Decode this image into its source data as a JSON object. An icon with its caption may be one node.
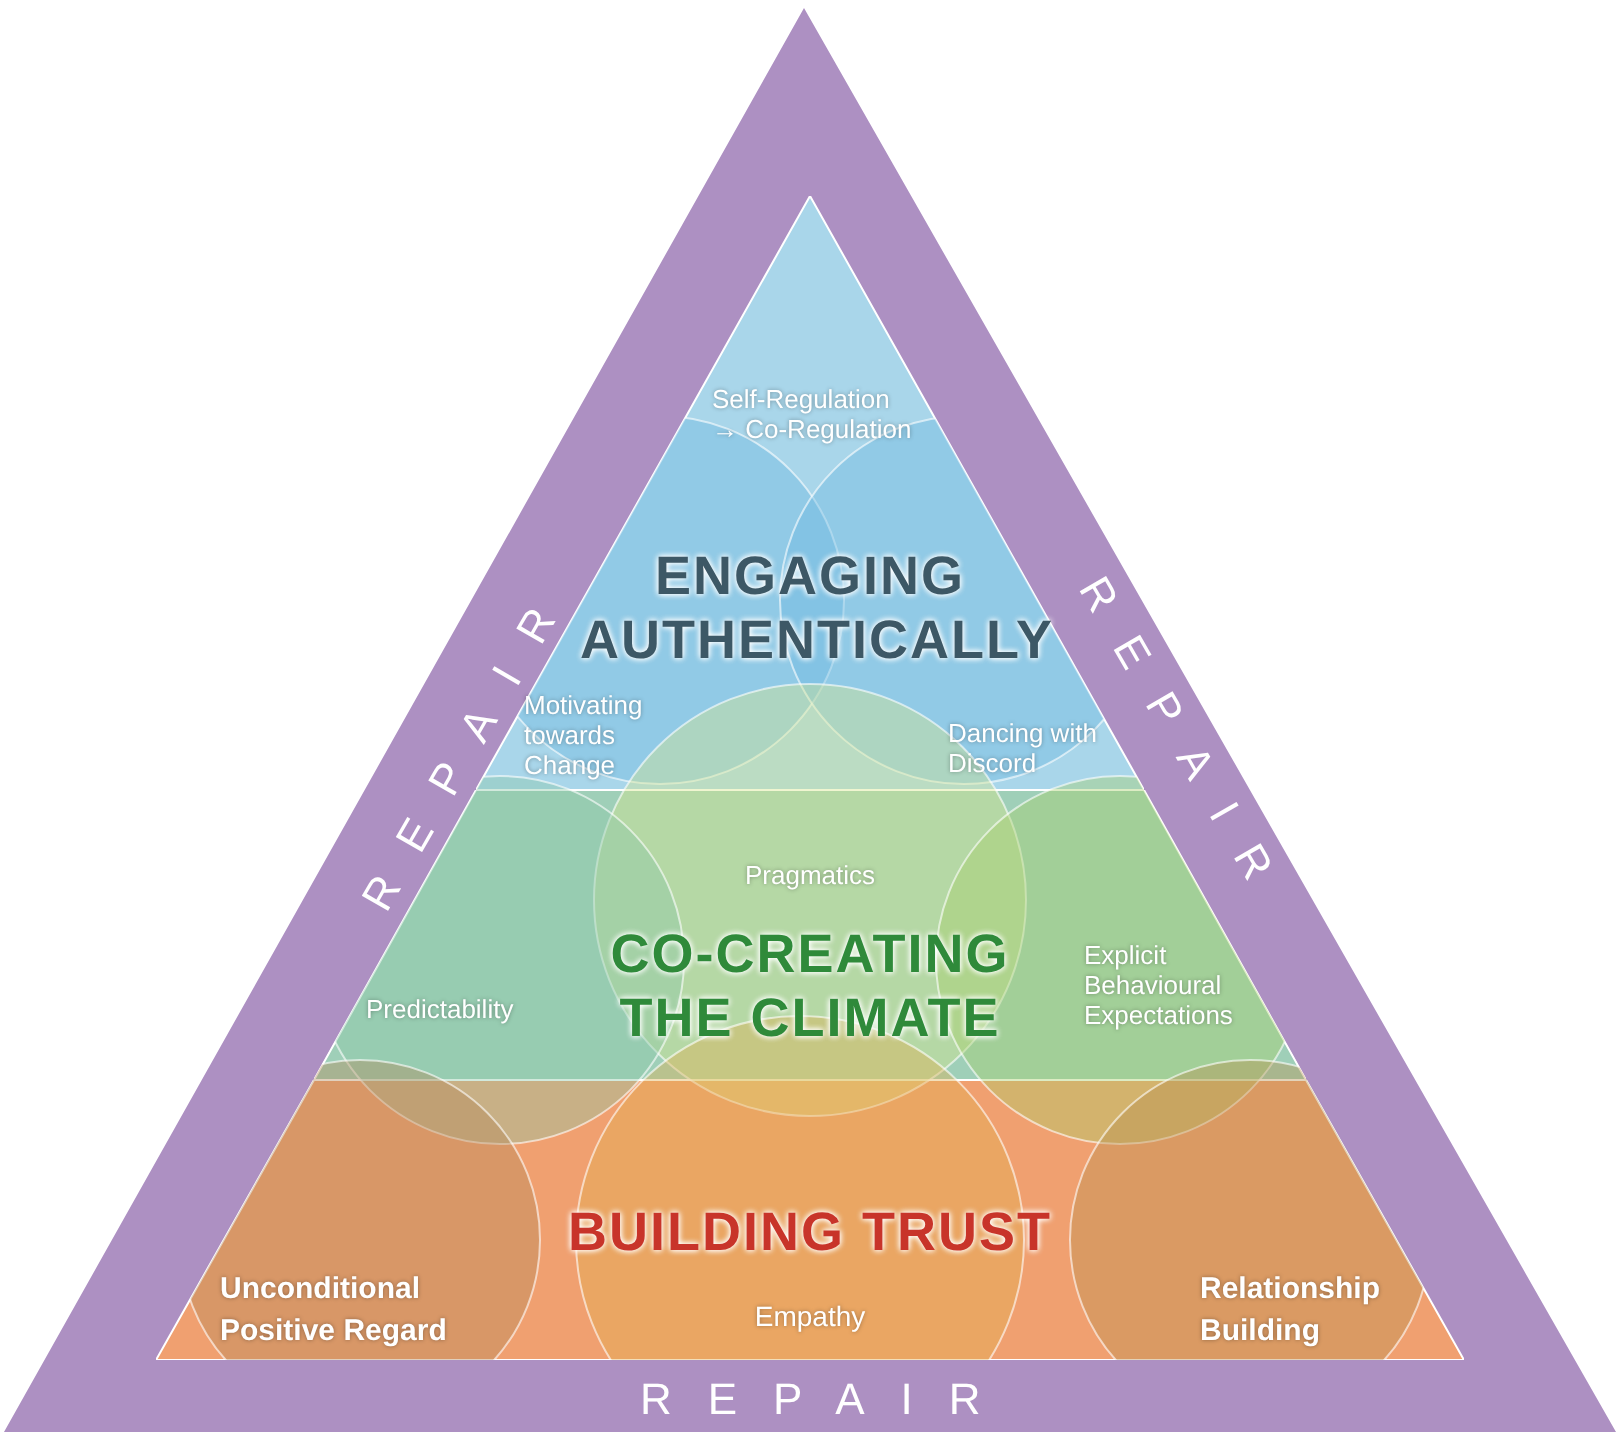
{
  "diagram": {
    "nodes": [
      {
        "text": [
          "REPAIR",
          "REPAIR",
          "REPAIR"
        ]
      },
      {
        "text": [
          "ENGAGING AUTHENTICALLY"
        ],
        "in": 0
      },
      {
        "text": [
          "CO-CREATING THE CLIMATE"
        ],
        "in": 0
      },
      {
        "text": [
          "BUILDING TRUST"
        ],
        "in": 0
      }
    ],
    "edges": [],
    "labels": [
      "Self-Regulation → Co-Regulation",
      "Motivating towards Change",
      "Dancing with Discord",
      "Pragmatics",
      "Predictability",
      "Explicit Behavioural Expectations",
      "Unconditional Positive Regard",
      "Empathy",
      "Relationship Building"
    ]
  }
}
